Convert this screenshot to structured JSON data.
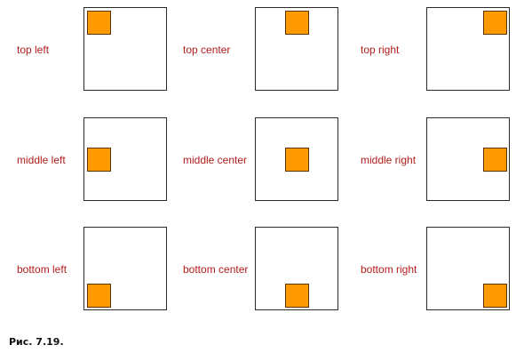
{
  "cells": [
    {
      "label": "top left"
    },
    {
      "label": "top center"
    },
    {
      "label": "top right"
    },
    {
      "label": "middle left"
    },
    {
      "label": "middle center"
    },
    {
      "label": "middle right"
    },
    {
      "label": "bottom left"
    },
    {
      "label": "bottom center"
    },
    {
      "label": "bottom right"
    }
  ],
  "colors": {
    "label_text": "#b01c1c",
    "square_fill": "#ff9900",
    "box_border": "#2a2a2a"
  },
  "caption": "Рис. 7.19."
}
